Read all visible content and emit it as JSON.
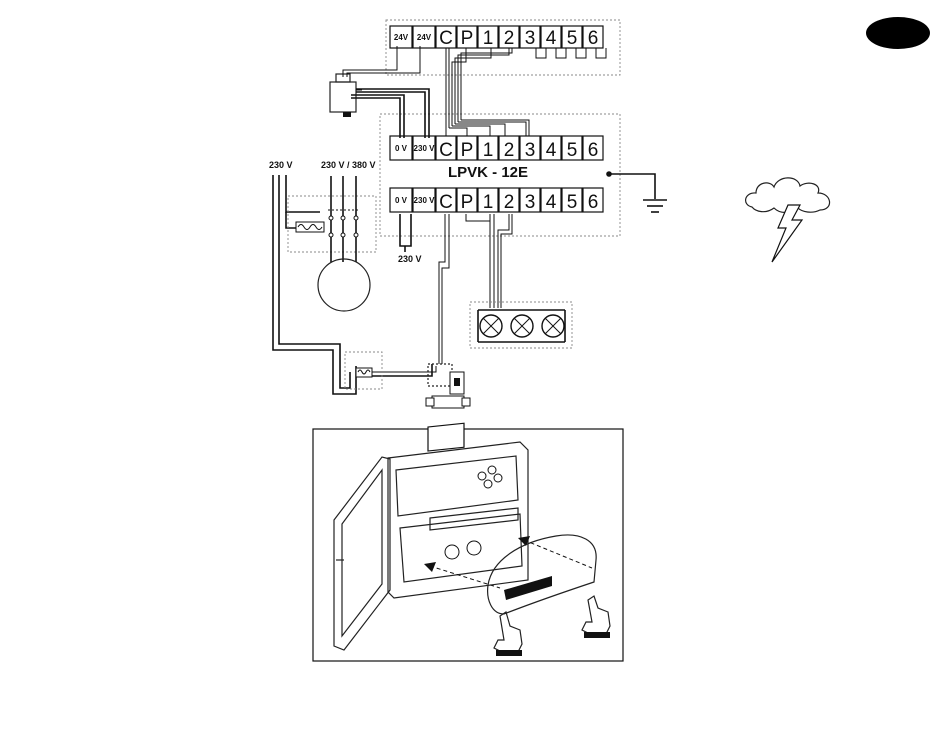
{
  "top_strip": {
    "terminals": [
      "24V",
      "24V",
      "C",
      "P",
      "1",
      "2",
      "3",
      "4",
      "5",
      "6"
    ]
  },
  "module": {
    "title": "LPVK - 12E",
    "upper_terminals": [
      "0 V",
      "230 V",
      "C",
      "P",
      "1",
      "2",
      "3",
      "4",
      "5",
      "6"
    ],
    "lower_terminals": [
      "0 V",
      "230 V",
      "C",
      "P",
      "1",
      "2",
      "3",
      "4",
      "5",
      "6"
    ]
  },
  "labels": {
    "pump_supply": "230 V",
    "motor_supply": "230 V / 380 V",
    "module_supply": "230 V"
  },
  "icons": {
    "badge": "black-oval-badge",
    "lightning": "storm-cloud-lightning-icon",
    "ground": "ground-symbol-icon",
    "lamps": "lamp-icon",
    "motor": "motor-icon",
    "relay": "relay-icon",
    "transformer": "transformer-icon",
    "valve": "solenoid-valve-icon",
    "controller": "controller-illustration",
    "hands": "pointing-hand-icon"
  },
  "colors": {
    "ink": "#111111",
    "dashed": "#888888",
    "badge": "#000000"
  }
}
